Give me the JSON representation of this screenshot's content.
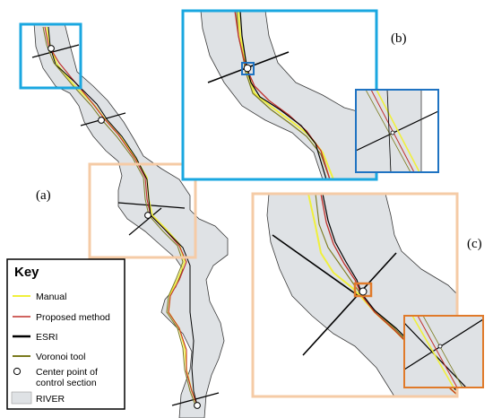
{
  "figure": {
    "panel_labels": {
      "a": "(a)",
      "b": "(b)",
      "c": "(c)"
    }
  },
  "legend": {
    "title": "Key",
    "items": [
      {
        "id": "manual",
        "label": "Manual",
        "color": "#f0f03c",
        "symbol": "line"
      },
      {
        "id": "proposed",
        "label": "Proposed method",
        "color": "#c0302c",
        "symbol": "line"
      },
      {
        "id": "esri",
        "label": "ESRI",
        "color": "#000000",
        "symbol": "line"
      },
      {
        "id": "voronoi",
        "label": "Voronoi tool",
        "color": "#7a7a1e",
        "symbol": "line"
      },
      {
        "id": "center",
        "label_lines": [
          "Center point of",
          "control section"
        ],
        "color": "#ffffff",
        "symbol": "circle"
      },
      {
        "id": "river",
        "label": "RIVER",
        "color": "#dfe2e5",
        "symbol": "rect"
      }
    ]
  },
  "colors": {
    "river_fill": "#dfe2e5",
    "river_outline": "#3a3a3a",
    "zoom_b": "#1aa7e0",
    "zoom_c": "#f5cba6",
    "inset_b": "#1f73c2",
    "inset_c": "#e07a2a"
  }
}
